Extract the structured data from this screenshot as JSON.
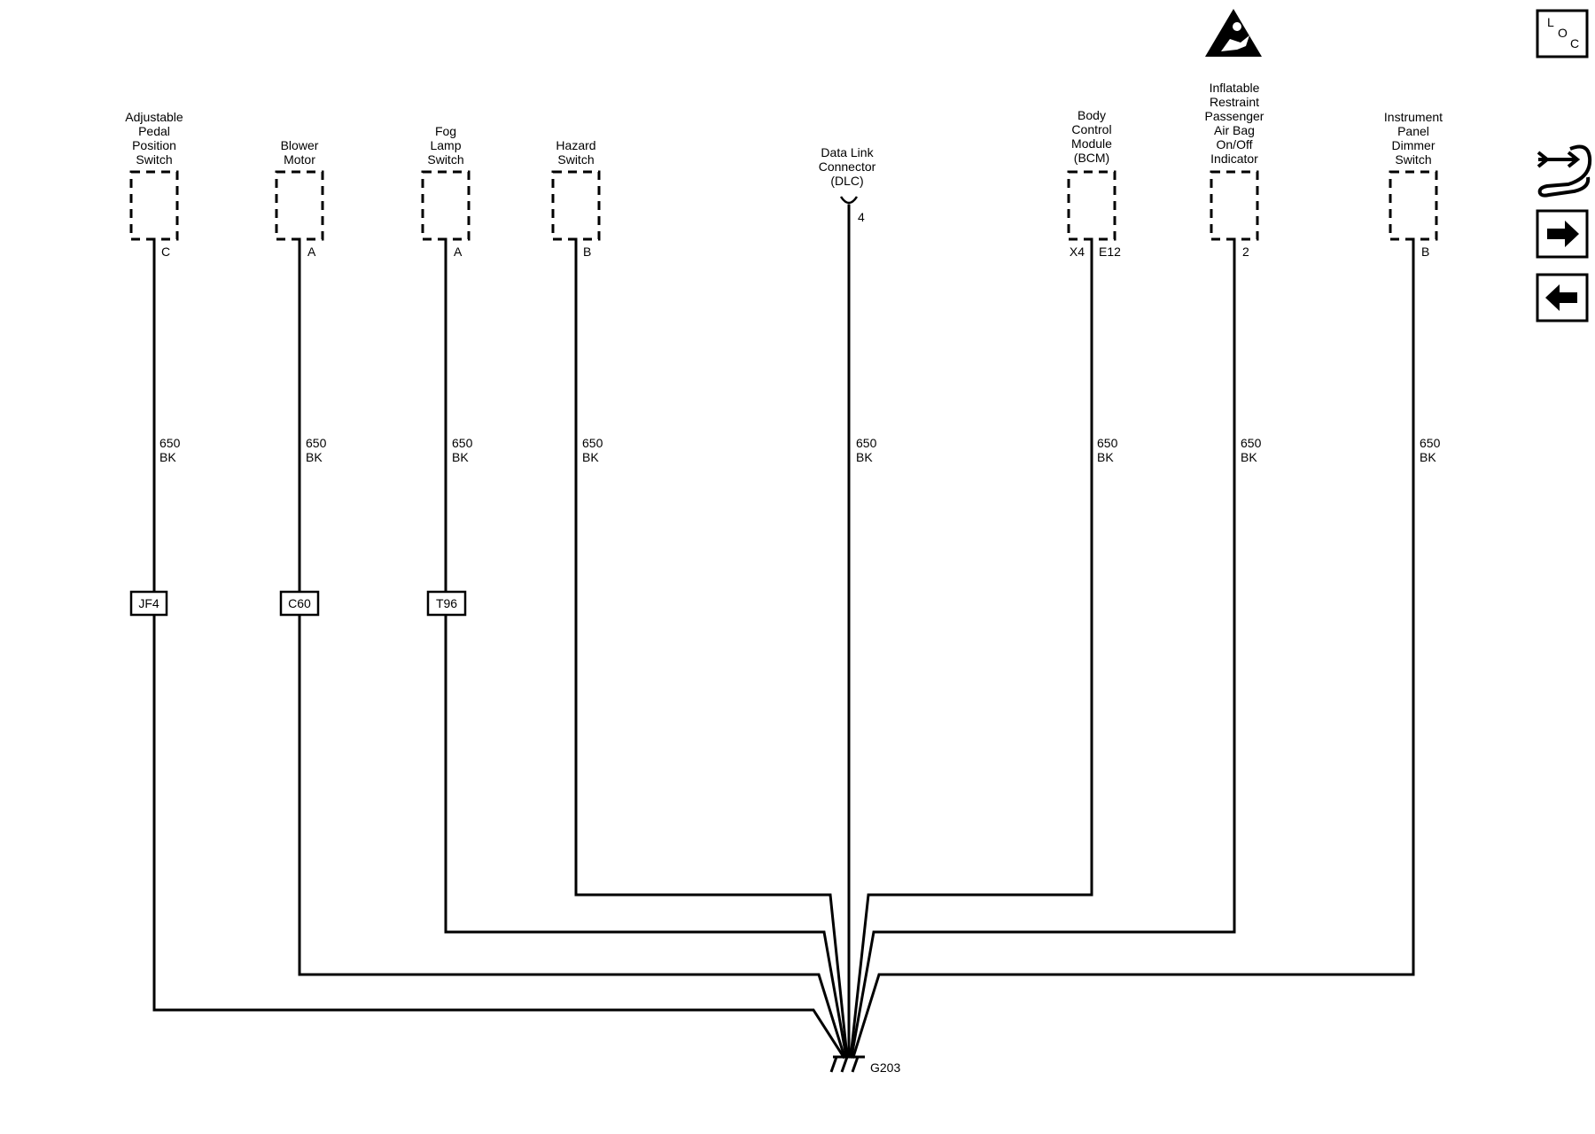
{
  "components": [
    {
      "id": "adjustable-pedal",
      "lines": [
        "Adjustable",
        "Pedal",
        "Position",
        "Switch"
      ],
      "pin": "C",
      "circuit": "650",
      "color": "BK",
      "option": "JF4"
    },
    {
      "id": "blower-motor",
      "lines": [
        "Blower",
        "Motor"
      ],
      "pin": "A",
      "circuit": "650",
      "color": "BK",
      "option": "C60"
    },
    {
      "id": "fog-lamp",
      "lines": [
        "Fog",
        "Lamp",
        "Switch"
      ],
      "pin": "A",
      "circuit": "650",
      "color": "BK",
      "option": "T96"
    },
    {
      "id": "hazard-switch",
      "lines": [
        "Hazard",
        "Switch"
      ],
      "pin": "B",
      "circuit": "650",
      "color": "BK"
    },
    {
      "id": "dlc",
      "lines": [
        "Data Link",
        "Connector",
        "(DLC)"
      ],
      "pin": "4",
      "circuit": "650",
      "color": "BK"
    },
    {
      "id": "bcm",
      "lines": [
        "Body",
        "Control",
        "Module",
        "(BCM)"
      ],
      "pin_left": "X4",
      "pin": "E12",
      "circuit": "650",
      "color": "BK"
    },
    {
      "id": "airbag-indicator",
      "lines": [
        "Inflatable",
        "Restraint",
        "Passenger",
        "Air Bag",
        "On/Off",
        "Indicator"
      ],
      "pin": "2",
      "circuit": "650",
      "color": "BK"
    },
    {
      "id": "dimmer-switch",
      "lines": [
        "Instrument",
        "Panel",
        "Dimmer",
        "Switch"
      ],
      "pin": "B",
      "circuit": "650",
      "color": "BK"
    }
  ],
  "ground": {
    "label": "G203"
  },
  "sidebar": {
    "loc_l": "L",
    "loc_o": "O",
    "loc_c": "C"
  },
  "icons": [
    "airbag-warning-icon",
    "loc-icon",
    "connector-wrench-icon",
    "next-arrow-icon",
    "prev-arrow-icon"
  ]
}
